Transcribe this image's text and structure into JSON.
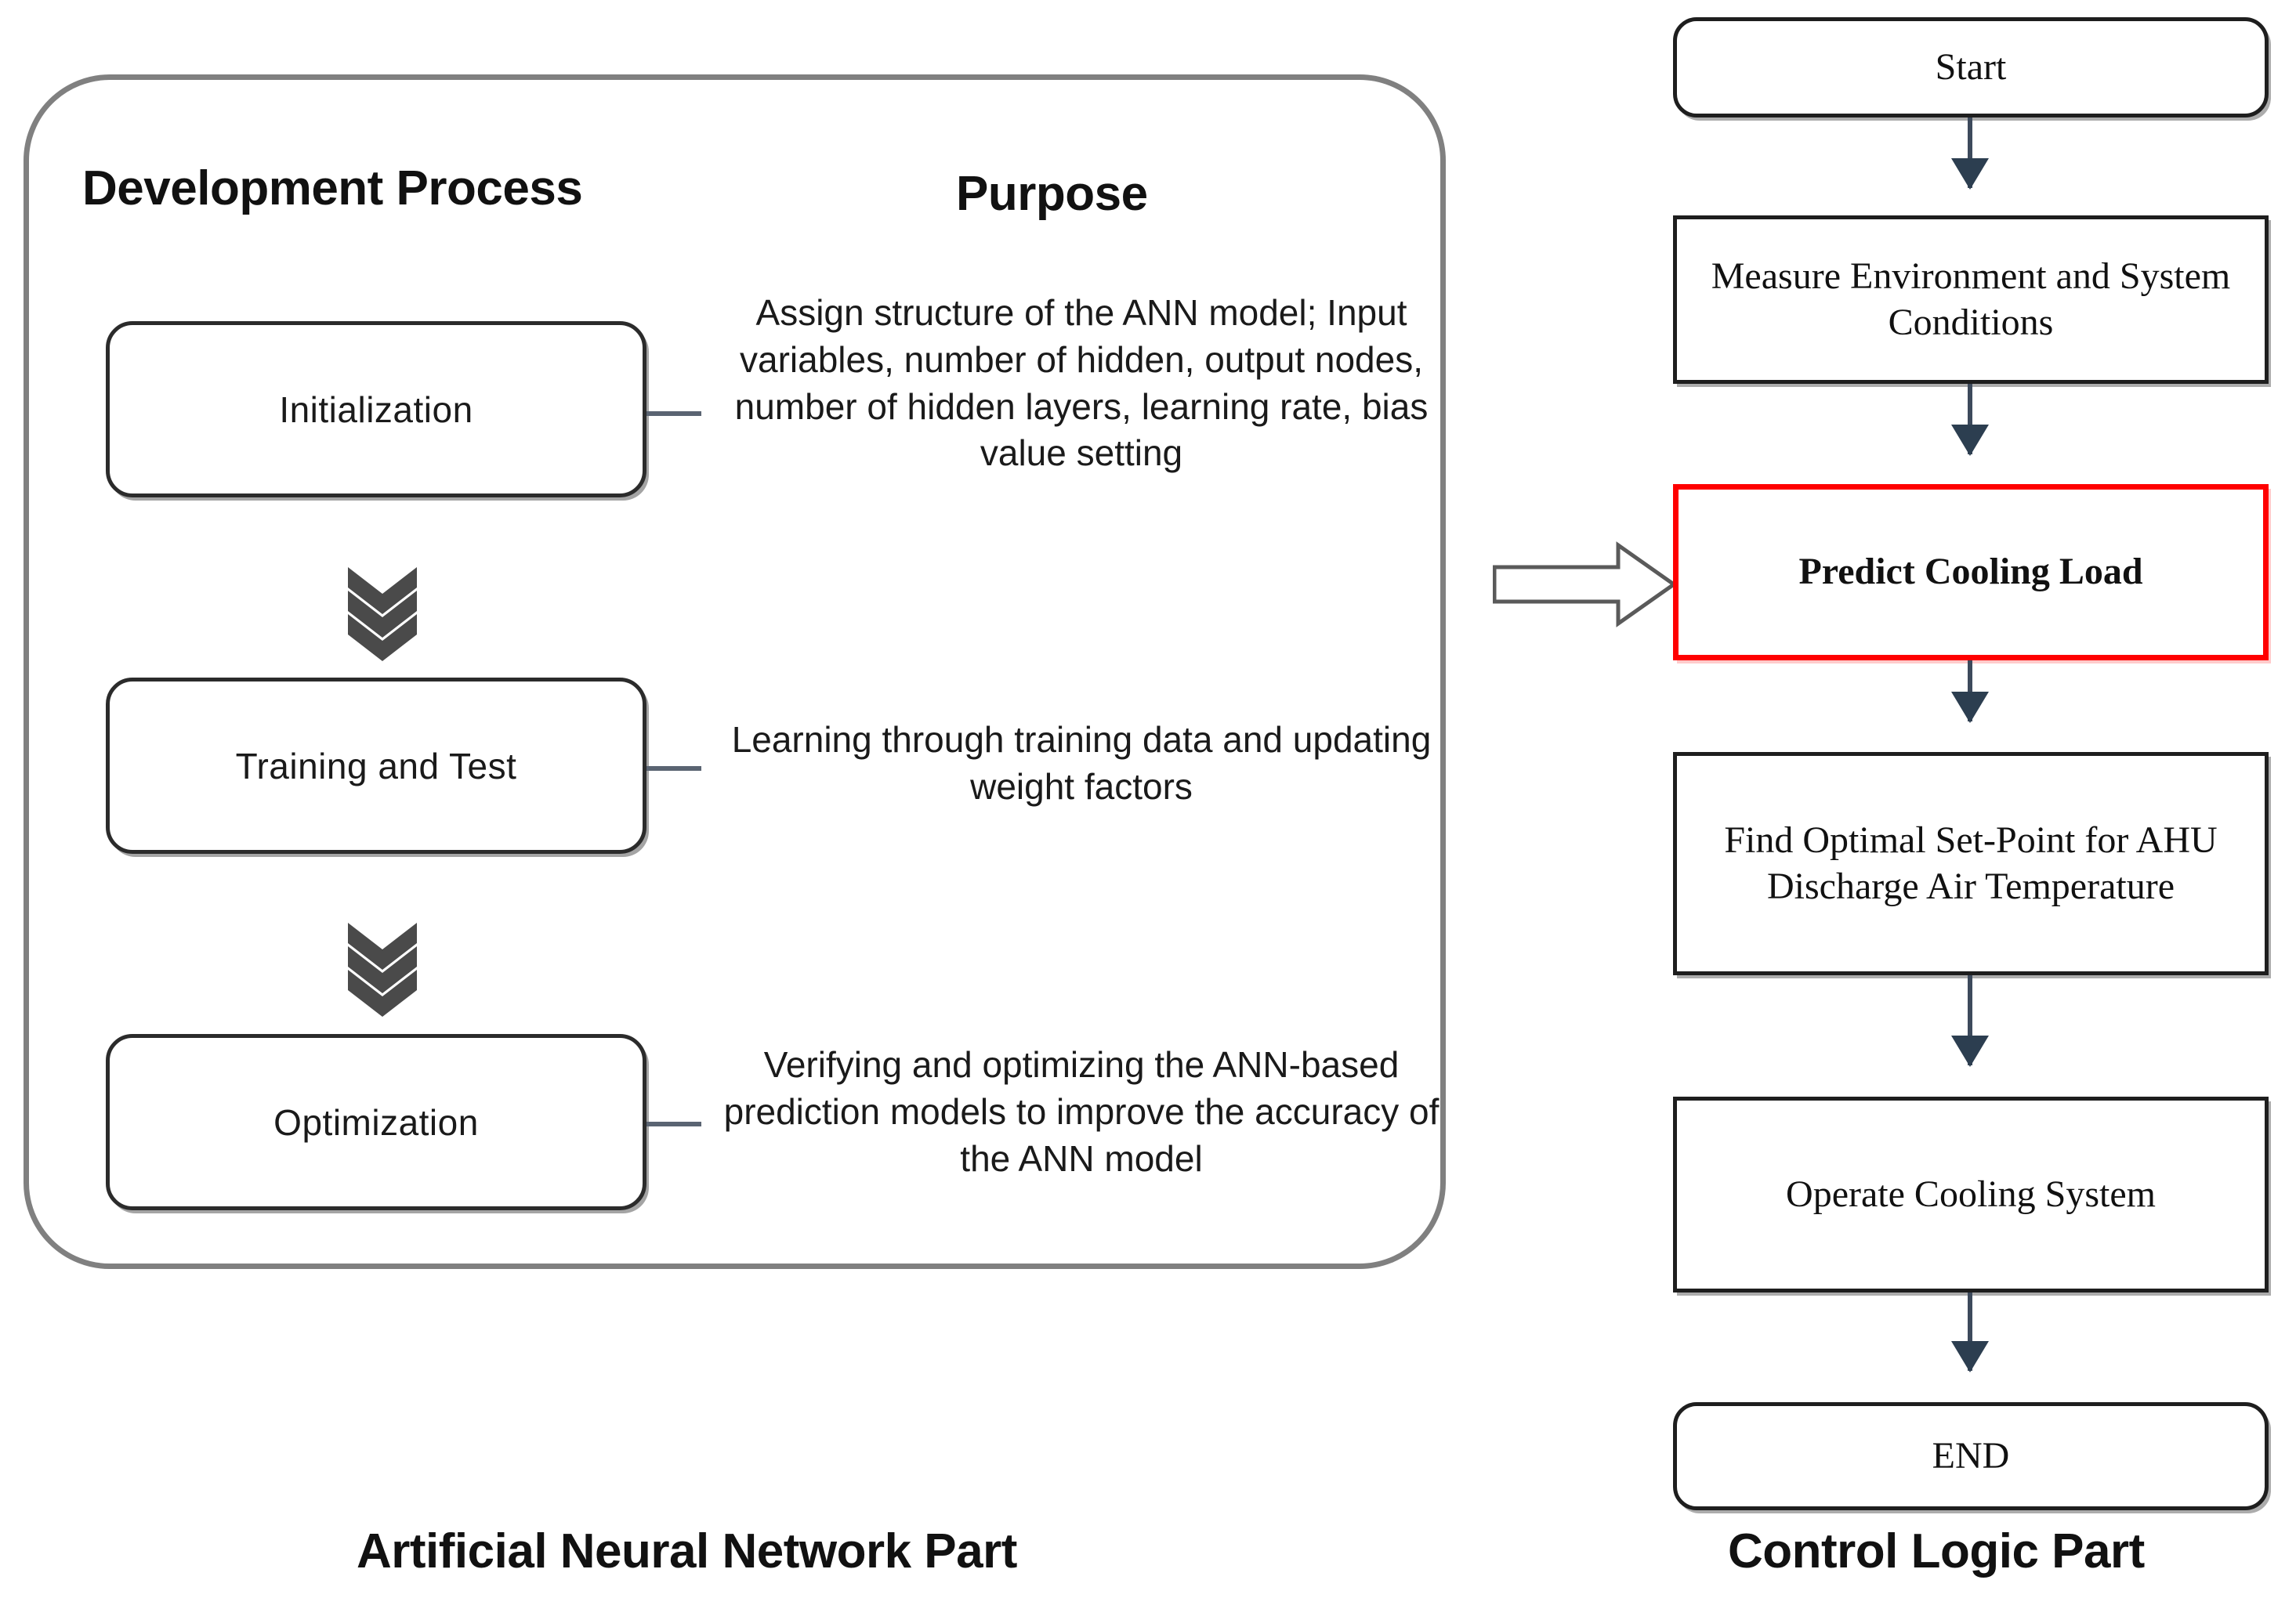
{
  "ann_panel": {
    "headings": {
      "development_process": "Development Process",
      "purpose": "Purpose"
    },
    "stages": [
      {
        "name": "Initialization",
        "purpose": "Assign structure of the ANN model; Input variables, number of hidden, output nodes, number of hidden layers, learning rate, bias value setting"
      },
      {
        "name": "Training  and Test",
        "purpose": "Learning through training data and updating weight factors"
      },
      {
        "name": "Optimization",
        "purpose": "Verifying and optimizing the ANN-based prediction models to improve the accuracy of the ANN model"
      }
    ],
    "caption": "Artificial Neural Network Part"
  },
  "control_panel": {
    "steps": [
      {
        "label": "Start",
        "shape": "rounded",
        "highlight": false
      },
      {
        "label": "Measure Environment and System Conditions",
        "shape": "rect",
        "highlight": false
      },
      {
        "label": "Predict Cooling Load",
        "shape": "rect",
        "highlight": true
      },
      {
        "label": "Find Optimal Set-Point for AHU Discharge Air Temperature",
        "shape": "rect",
        "highlight": false
      },
      {
        "label": "Operate Cooling System",
        "shape": "rect",
        "highlight": false
      },
      {
        "label": "END",
        "shape": "rounded",
        "highlight": false
      }
    ],
    "caption": "Control Logic  Part"
  },
  "colors": {
    "highlight_border": "#ff0000",
    "box_border": "#1e1e1e",
    "container_border": "#808080",
    "arrow": "#2c3e50",
    "stub": "#5a6472",
    "text": "#111111"
  }
}
